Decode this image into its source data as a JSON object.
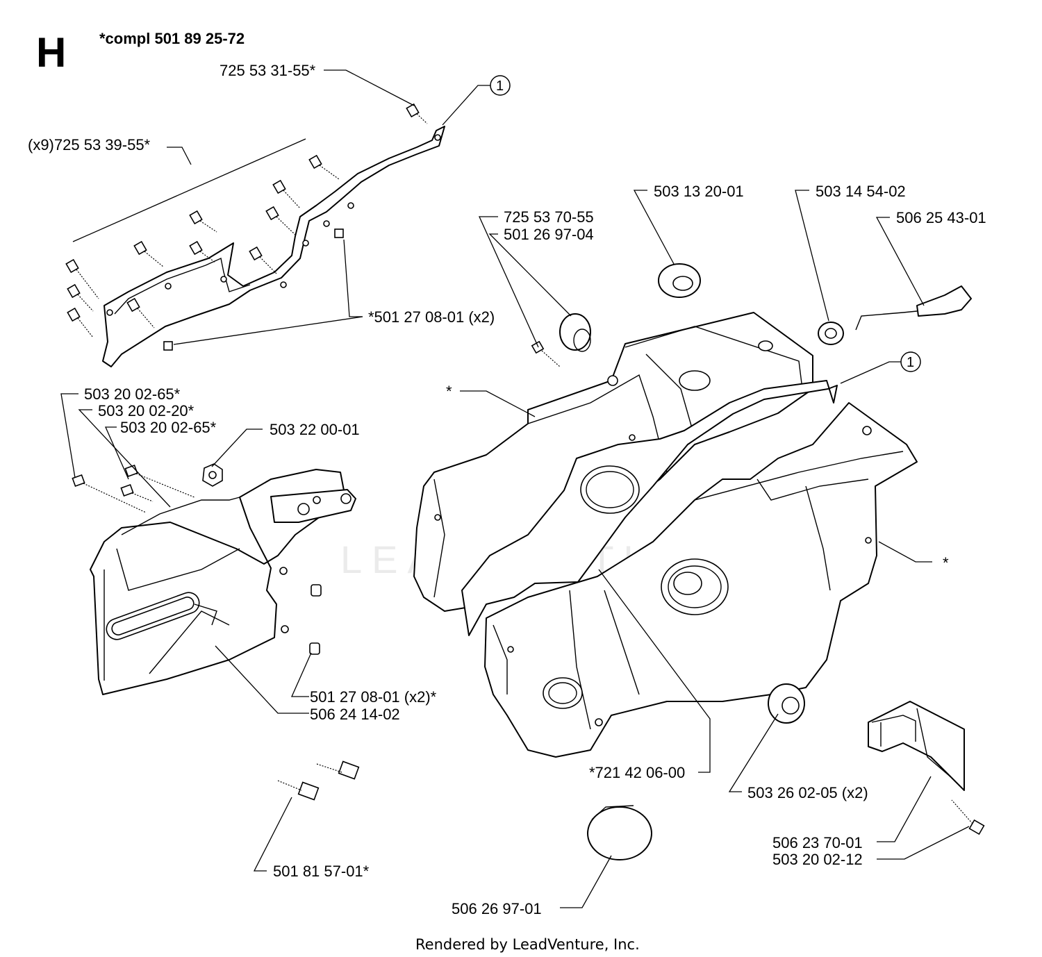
{
  "header": {
    "section_letter": "H",
    "assembly": "*compl 501 89 25-72"
  },
  "watermark": "LEADVENTURE",
  "footer": "Rendered by LeadVenture, Inc.",
  "callouts": [
    "1",
    "1"
  ],
  "parts": [
    {
      "id": "p01",
      "label": "725 53 31-55*"
    },
    {
      "id": "p02",
      "label": "(x9)725 53 39-55*"
    },
    {
      "id": "p03",
      "label": "*501 27 08-01 (x2)"
    },
    {
      "id": "p04",
      "label": "725 53 70-55"
    },
    {
      "id": "p05",
      "label": "501 26 97-04"
    },
    {
      "id": "p06",
      "label": "503 13 20-01"
    },
    {
      "id": "p07",
      "label": "503 14 54-02"
    },
    {
      "id": "p08",
      "label": "506 25 43-01"
    },
    {
      "id": "p09",
      "label": "*"
    },
    {
      "id": "p10",
      "label": "503 20 02-65*"
    },
    {
      "id": "p11",
      "label": "503 20 02-20*"
    },
    {
      "id": "p12",
      "label": "503 20 02-65*"
    },
    {
      "id": "p13",
      "label": "503 22 00-01"
    },
    {
      "id": "p14",
      "label": "*"
    },
    {
      "id": "p15",
      "label": "501 27 08-01 (x2)*"
    },
    {
      "id": "p16",
      "label": "506 24 14-02"
    },
    {
      "id": "p17",
      "label": "*721 42 06-00"
    },
    {
      "id": "p18",
      "label": "503 26 02-05 (x2)"
    },
    {
      "id": "p19",
      "label": "506 23 70-01"
    },
    {
      "id": "p20",
      "label": "503 20 02-12"
    },
    {
      "id": "p21",
      "label": "501 81 57-01*"
    },
    {
      "id": "p22",
      "label": "506 26 97-01"
    }
  ]
}
